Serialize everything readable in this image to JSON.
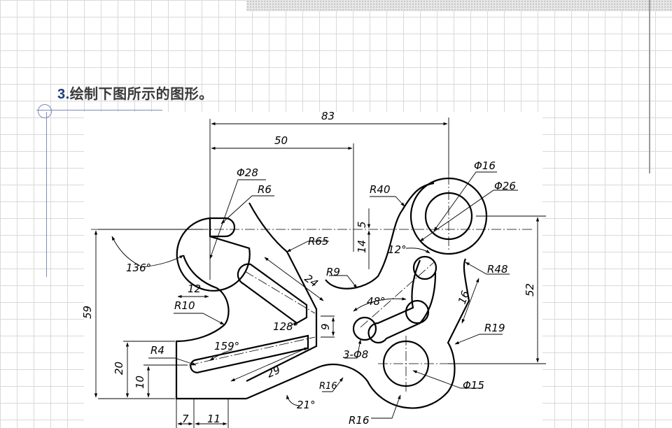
{
  "slide": {
    "heading_num": "3.",
    "heading_text": "绘制下图所示的图形。"
  },
  "drawing": {
    "dim_83": "83",
    "dim_50": "50",
    "dim_phi28": "Φ28",
    "dim_r6": "R6",
    "dim_r40": "R40",
    "dim_phi16": "Φ16",
    "dim_phi26": "Φ26",
    "dim_5": "5",
    "dim_14": "14",
    "dim_r65": "R65",
    "dim_136": "136°",
    "dim_12a": "12°",
    "dim_r9": "R9",
    "dim_24": "24",
    "dim_r48": "R48",
    "dim_52": "52",
    "dim_12": "12",
    "dim_r10": "R10",
    "dim_48deg": "48°",
    "dim_16": "16",
    "dim_59": "59",
    "dim_128": "128°",
    "dim_9": "9",
    "dim_r19": "R19",
    "dim_r4": "R4",
    "dim_159": "159°",
    "dim_3phi8": "3-Φ8",
    "dim_20": "20",
    "dim_29": "29",
    "dim_10": "10",
    "dim_r16a": "R16",
    "dim_phi15": "Φ15",
    "dim_21": "21°",
    "dim_7": "7",
    "dim_11": "11",
    "dim_r16b": "R16"
  }
}
